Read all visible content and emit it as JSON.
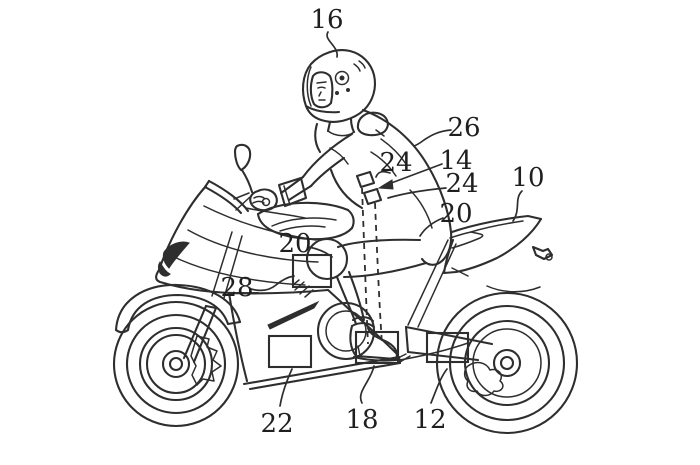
{
  "figure": {
    "kind": "patent line drawing",
    "subject": "motorcycle with rider wearing helmet and suit",
    "background_color": "#ffffff",
    "line_color": "#2e2e2e",
    "label_color": "#1f1f1f"
  },
  "labels": [
    {
      "id": "ref-16",
      "text": "16"
    },
    {
      "id": "ref-26",
      "text": "26"
    },
    {
      "id": "ref-14",
      "text": "14"
    },
    {
      "id": "ref-24-right",
      "text": "24"
    },
    {
      "id": "ref-24-left",
      "text": "24"
    },
    {
      "id": "ref-20-right",
      "text": "20"
    },
    {
      "id": "ref-20-left",
      "text": "20"
    },
    {
      "id": "ref-10",
      "text": "10"
    },
    {
      "id": "ref-28",
      "text": "28"
    },
    {
      "id": "ref-22",
      "text": "22"
    },
    {
      "id": "ref-18",
      "text": "18"
    },
    {
      "id": "ref-12",
      "text": "12"
    }
  ]
}
